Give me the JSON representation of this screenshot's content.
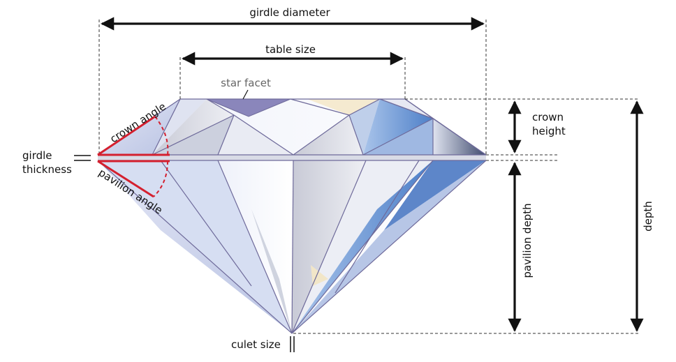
{
  "labels": {
    "girdle_diameter": "girdle diameter",
    "table_size": "table size",
    "star_facet": "star facet",
    "crown_height_1": "crown",
    "crown_height_2": "height",
    "crown_angle": "crown angle",
    "pavilion_angle": "pavilion angle",
    "girdle_thickness_1": "girdle",
    "girdle_thickness_2": "thickness",
    "pavilion_depth": "pavilion depth",
    "depth": "depth",
    "culet_size": "culet size"
  },
  "colors": {
    "angle_marker": "#d4202f",
    "star_facet_fill": "#8a86bb",
    "outline": "#6e6a9a",
    "dimension_line": "#111111"
  }
}
